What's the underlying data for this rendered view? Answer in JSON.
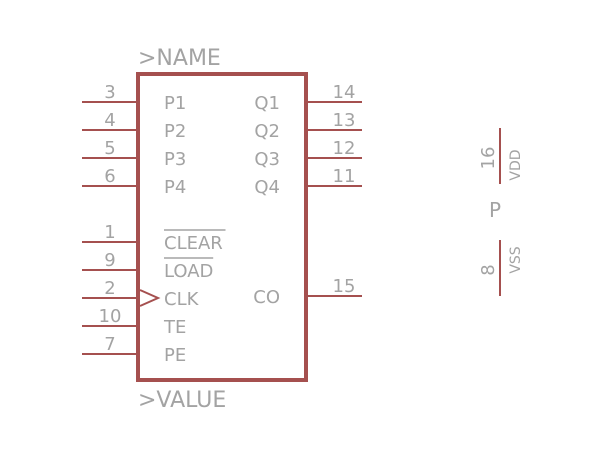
{
  "symbol": {
    "name_attr": ">NAME",
    "value_attr": ">VALUE",
    "left_pins": [
      {
        "num": "3",
        "label": "P1",
        "overbar": false,
        "clock": false
      },
      {
        "num": "4",
        "label": "P2",
        "overbar": false,
        "clock": false
      },
      {
        "num": "5",
        "label": "P3",
        "overbar": false,
        "clock": false
      },
      {
        "num": "6",
        "label": "P4",
        "overbar": false,
        "clock": false
      },
      {
        "num": "1",
        "label": "CLEAR",
        "overbar": true,
        "clock": false
      },
      {
        "num": "9",
        "label": "LOAD",
        "overbar": true,
        "clock": false
      },
      {
        "num": "2",
        "label": "CLK",
        "overbar": false,
        "clock": true
      },
      {
        "num": "10",
        "label": "TE",
        "overbar": false,
        "clock": false
      },
      {
        "num": "7",
        "label": "PE",
        "overbar": false,
        "clock": false
      }
    ],
    "right_pins": [
      {
        "num": "14",
        "label": "Q1"
      },
      {
        "num": "13",
        "label": "Q2"
      },
      {
        "num": "12",
        "label": "Q3"
      },
      {
        "num": "11",
        "label": "Q4"
      },
      {
        "num": "15",
        "label": "CO"
      }
    ]
  },
  "power": {
    "gate_label": "P",
    "vdd": {
      "num": "16",
      "label": "VDD"
    },
    "vss": {
      "num": "8",
      "label": "VSS"
    }
  },
  "colors": {
    "body": "#a5504f",
    "text": "#a3a3a3"
  }
}
